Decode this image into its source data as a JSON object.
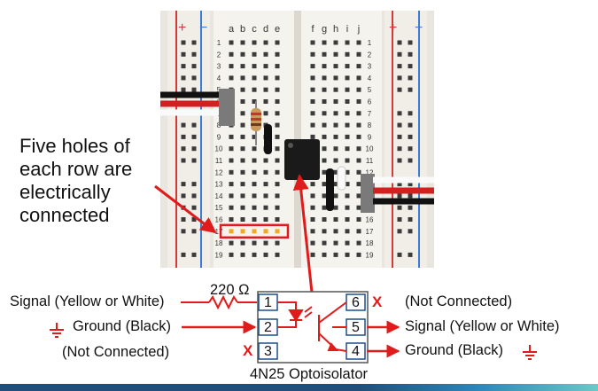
{
  "callout": {
    "lines": [
      "Five holes of",
      "each row are",
      "electrically",
      "connected"
    ]
  },
  "breadboard": {
    "columns_left": [
      "a",
      "b",
      "c",
      "d",
      "e"
    ],
    "columns_right": [
      "f",
      "g",
      "h",
      "i",
      "j"
    ],
    "rows": [
      "1",
      "2",
      "3",
      "4",
      "5",
      "6",
      "7",
      "8",
      "9",
      "10",
      "11",
      "12",
      "13",
      "14",
      "15",
      "16",
      "17",
      "18",
      "19"
    ],
    "rail_plus": "+",
    "rail_minus": "−",
    "highlighted_row": "17",
    "highlight_color": "#f5a623"
  },
  "schematic": {
    "resistor_label": "220 Ω",
    "chip_label": "4N25 Optoisolator",
    "pins": [
      "1",
      "2",
      "3",
      "4",
      "5",
      "6"
    ],
    "left_labels": [
      "Signal (Yellow or White)",
      "Ground (Black)",
      "(Not Connected)"
    ],
    "right_labels": [
      "(Not Connected)",
      "Signal (Yellow or White)",
      "Ground (Black)"
    ],
    "no_connect_mark": "X",
    "accent_color": "#e01b1b"
  }
}
